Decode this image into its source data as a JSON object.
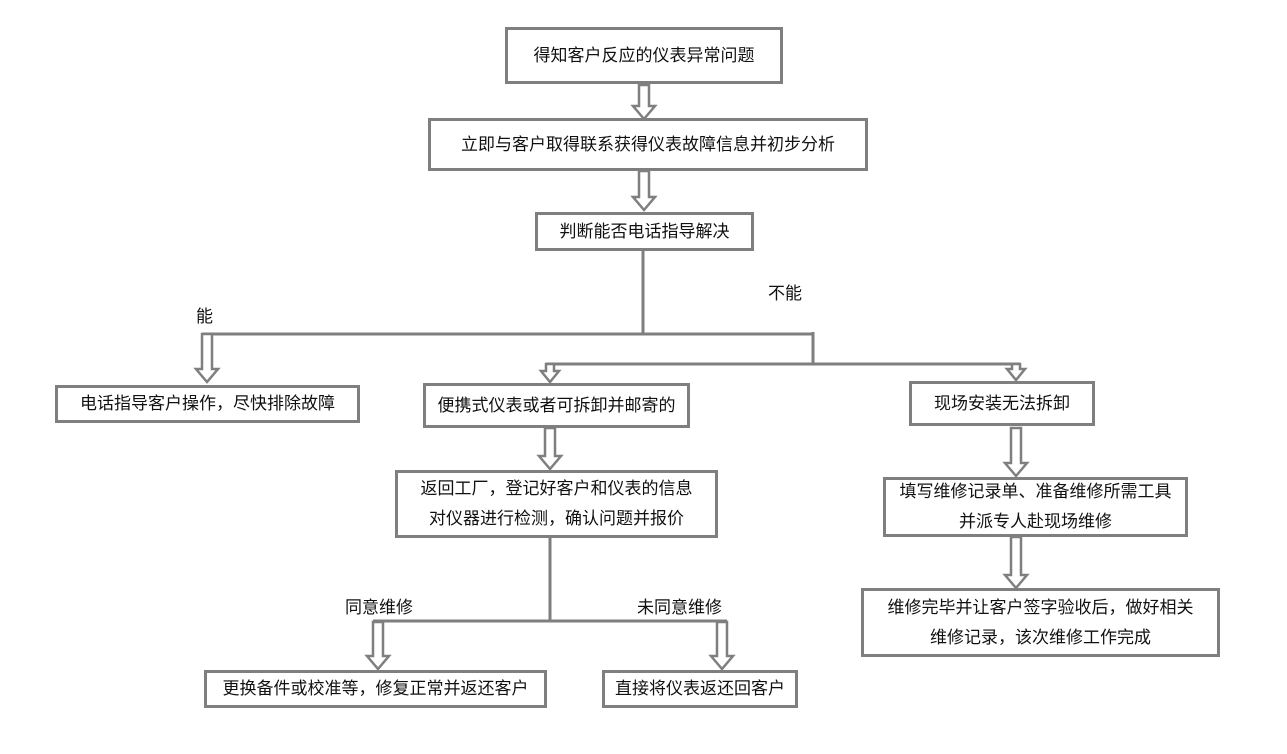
{
  "diagram": {
    "background_color": "#ffffff",
    "line_color": "#7f7f7f",
    "text_color": "#111111",
    "nodes": {
      "n1": {
        "lines": [
          "得知客户反应的仪表异常问题"
        ]
      },
      "n2": {
        "lines": [
          "立即与客户取得联系获得仪表故障信息并初步分析"
        ]
      },
      "n3": {
        "lines": [
          "判断能否电话指导解决"
        ]
      },
      "n4": {
        "lines": [
          "电话指导客户操作，尽快排除故障"
        ]
      },
      "n5": {
        "lines": [
          "便携式仪表或者可拆卸并邮寄的"
        ]
      },
      "n6": {
        "lines": [
          "返回工厂，登记好客户和仪表的信息",
          "对仪器进行检测，确认问题并报价"
        ]
      },
      "n7": {
        "lines": [
          "现场安装无法拆卸"
        ]
      },
      "n8": {
        "lines": [
          "填写维修记录单、准备维修所需工具",
          "并派专人赴现场维修"
        ]
      },
      "n9": {
        "lines": [
          "维修完毕并让客户签字验收后，做好相关",
          "维修记录，该次维修工作完成"
        ]
      },
      "n10": {
        "lines": [
          "更换备件或校准等，修复正常并返还客户"
        ]
      },
      "n11": {
        "lines": [
          "直接将仪表返还回客户"
        ]
      }
    },
    "edge_labels": {
      "can": "能",
      "cannot": "不能",
      "agree": "同意维修",
      "disagree": "未同意维修"
    }
  }
}
